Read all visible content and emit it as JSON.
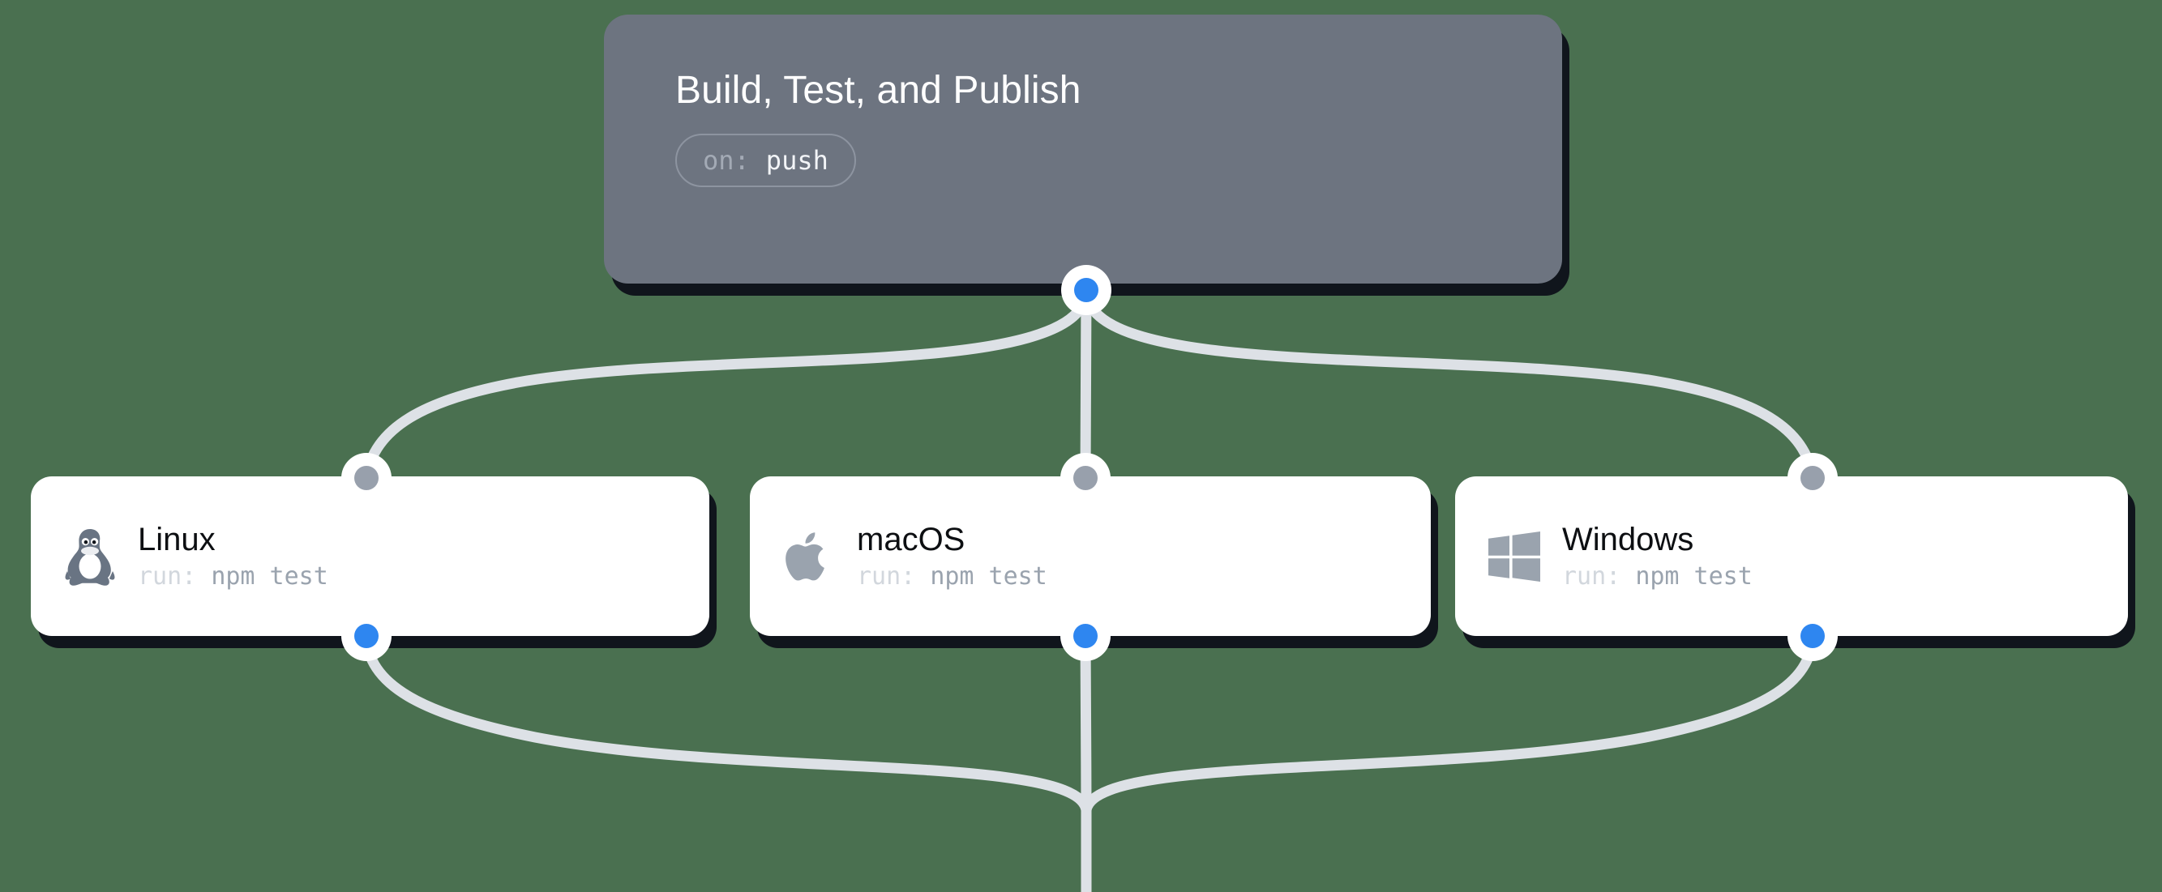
{
  "canvas": {
    "background_color": "#4a7050",
    "edge_color": "#dde1e6"
  },
  "trigger_node": {
    "title": "Build, Test, and Publish",
    "trigger_key": "on:",
    "trigger_value": "push",
    "background_color": "#6d7480",
    "title_color": "#ffffff",
    "output_port_color": "#2e86f0"
  },
  "jobs": [
    {
      "name": "Linux",
      "command_key": "run:",
      "command_value": "npm test",
      "icon": "linux-penguin-icon",
      "input_port_color": "#98a0ac",
      "output_port_color": "#2e86f0"
    },
    {
      "name": "macOS",
      "command_key": "run:",
      "command_value": "npm test",
      "icon": "apple-logo-icon",
      "input_port_color": "#98a0ac",
      "output_port_color": "#2e86f0"
    },
    {
      "name": "Windows",
      "command_key": "run:",
      "command_value": "npm test",
      "icon": "windows-logo-icon",
      "input_port_color": "#98a0ac",
      "output_port_color": "#2e86f0"
    }
  ]
}
